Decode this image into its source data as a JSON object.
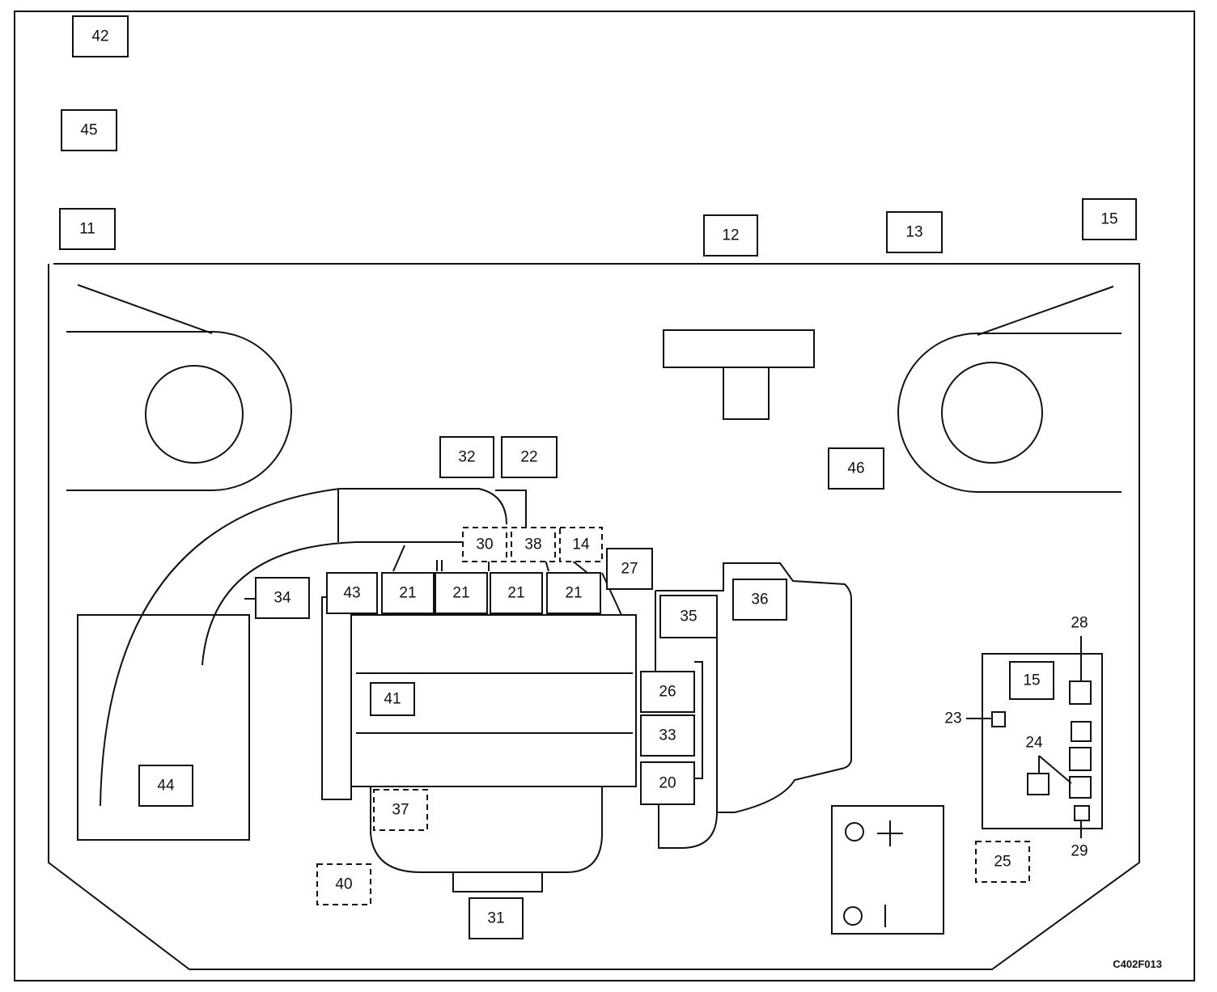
{
  "figure_code": "C402F013",
  "callouts": {
    "c42": "42",
    "c45": "45",
    "c11": "11",
    "c12": "12",
    "c13": "13",
    "c15_top": "15",
    "c32": "32",
    "c22": "22",
    "c46": "46",
    "c30": "30",
    "c38": "38",
    "c14": "14",
    "c27": "27",
    "c34": "34",
    "c43": "43",
    "c21_a": "21",
    "c21_b": "21",
    "c21_c": "21",
    "c21_d": "21",
    "c35": "35",
    "c36": "36",
    "c41": "41",
    "c26": "26",
    "c33": "33",
    "c20": "20",
    "c44": "44",
    "c37": "37",
    "c40": "40",
    "c31": "31",
    "c15_panel": "15",
    "c28": "28",
    "c23": "23",
    "c24": "24",
    "c29": "29",
    "c25": "25"
  },
  "battery_symbols": {
    "positive": "+",
    "negative": "|"
  }
}
